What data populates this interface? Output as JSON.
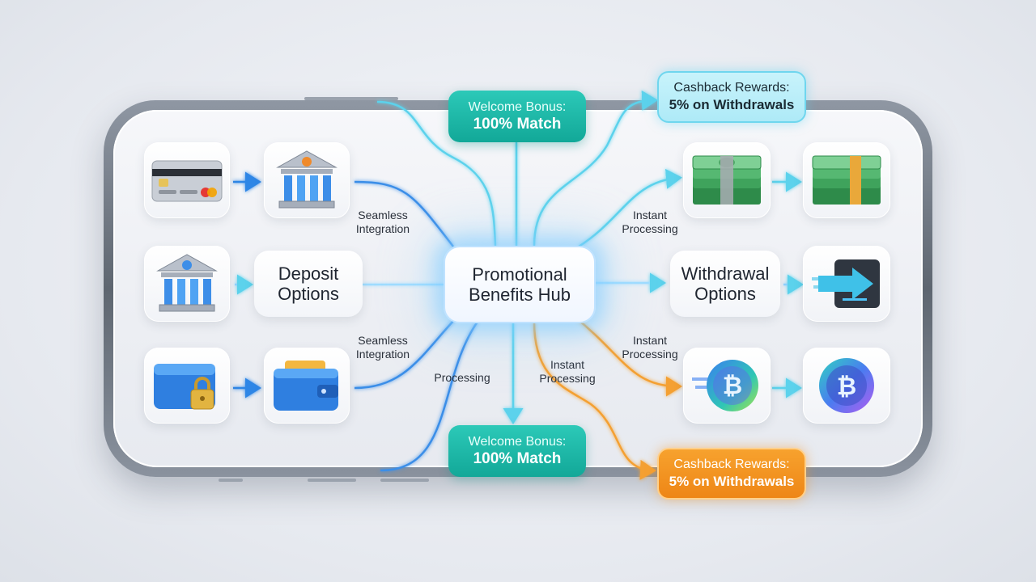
{
  "hub": {
    "line1": "Promotional",
    "line2": "Benefits Hub"
  },
  "deposit": {
    "line1": "Deposit",
    "line2": "Options"
  },
  "withdrawal": {
    "line1": "Withdrawal",
    "line2": "Options"
  },
  "badges": {
    "welcome_top": {
      "line1": "Welcome Bonus:",
      "line2": "100% Match"
    },
    "welcome_bottom": {
      "line1": "Welcome Bonus:",
      "line2": "100% Match"
    },
    "cashback_top": {
      "line1": "Cashback Rewards:",
      "line2": "5% on Withdrawals"
    },
    "cashback_bottom": {
      "line1": "Cashback Rewards:",
      "line2": "5% on Withdrawals"
    }
  },
  "flow_labels": {
    "seamless_top": {
      "line1": "Seamless",
      "line2": "Integration"
    },
    "seamless_bottom": {
      "line1": "Seamless",
      "line2": "Integration"
    },
    "processing": "Processing",
    "instant_center": {
      "line1": "Instant",
      "line2": "Processing"
    },
    "instant_top": {
      "line1": "Instant",
      "line2": "Processing"
    },
    "instant_right": {
      "line1": "Instant",
      "line2": "Processing"
    }
  },
  "icons": {
    "deposit_side": [
      "credit-card-icon",
      "bank-icon",
      "bank-icon",
      "wallet-lock-icon",
      "wallet-icon"
    ],
    "withdrawal_side": [
      "cash-stack-icon",
      "cash-stack-icon",
      "transfer-arrow-icon",
      "bitcoin-coin-icon",
      "bitcoin-coin-icon"
    ]
  },
  "colors": {
    "blue_wire": "#3a8ee8",
    "cyan_wire": "#5cd2ec",
    "orange_wire": "#f4a030",
    "teal_badge": "#19b3a3",
    "orange_badge": "#f0901e"
  }
}
